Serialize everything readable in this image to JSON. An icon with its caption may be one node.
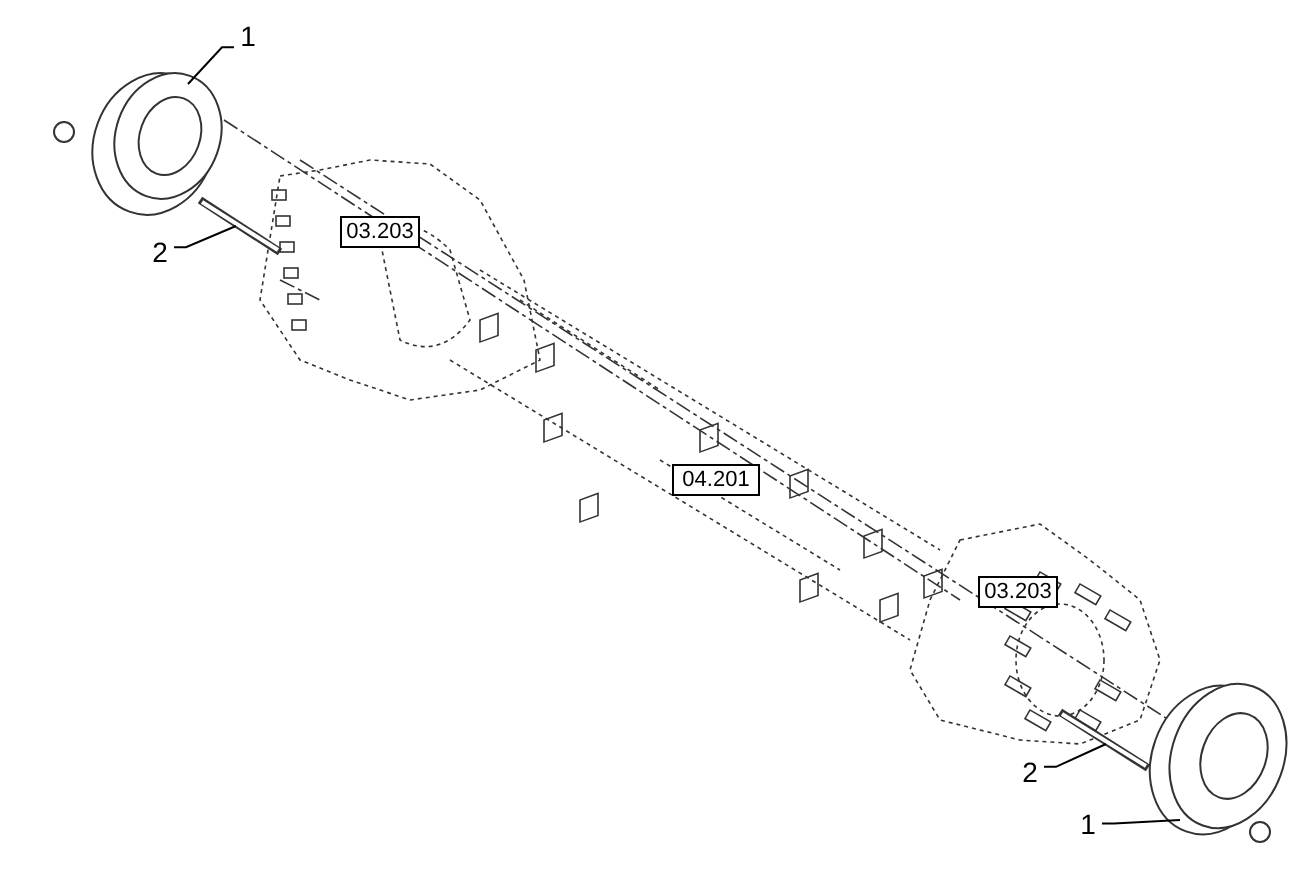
{
  "diagram": {
    "nodes": [
      {
        "text": [
          "1"
        ]
      },
      {
        "text": [],
        "shape": "picture"
      },
      {
        "text": [
          "2"
        ]
      },
      {
        "text": [],
        "shape": "picture"
      },
      {
        "text": [
          "03.203"
        ]
      },
      {
        "text": [
          "04.201"
        ]
      },
      {
        "text": [
          "03.203"
        ]
      },
      {
        "text": [
          "2"
        ]
      },
      {
        "text": [],
        "shape": "picture"
      },
      {
        "text": [
          "1"
        ]
      },
      {
        "text": [],
        "shape": "picture"
      }
    ],
    "edges": [
      {
        "from": 0,
        "to": 1,
        "arrow": "none"
      },
      {
        "from": 2,
        "to": 3,
        "arrow": "none"
      },
      {
        "from": 7,
        "to": 8,
        "arrow": "none"
      },
      {
        "from": 9,
        "to": 10,
        "arrow": "none"
      }
    ]
  }
}
